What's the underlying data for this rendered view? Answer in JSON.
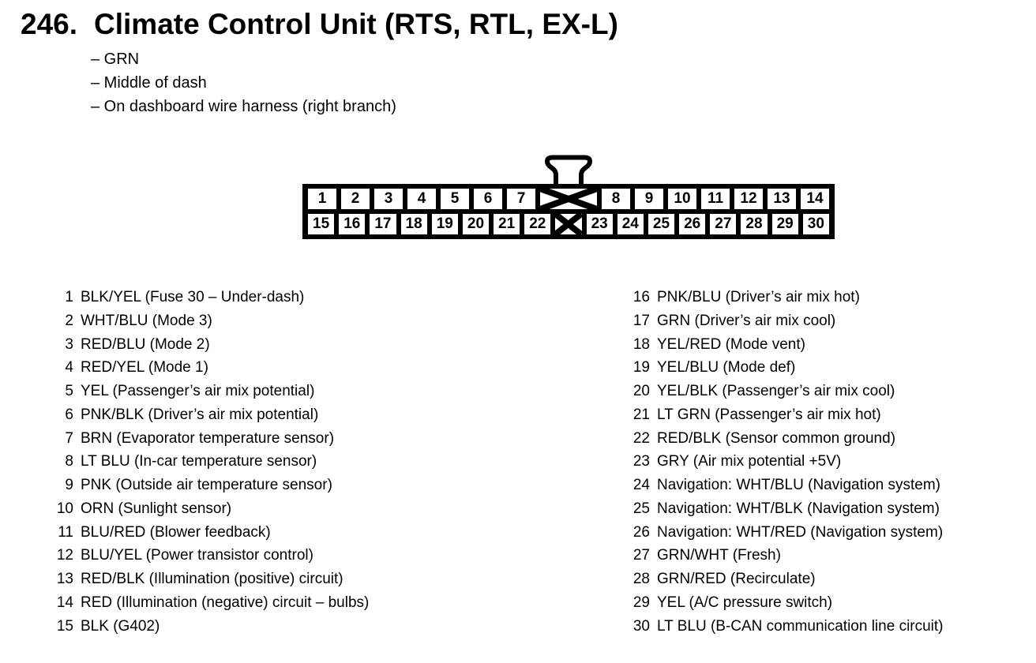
{
  "colors": {
    "ink": "#000000",
    "paper": "#ffffff"
  },
  "title": {
    "number": "246.",
    "text": "Climate Control Unit (RTS, RTL, EX-L)"
  },
  "notes": [
    "– GRN",
    "– Middle of dash",
    "– On dashboard wire harness (right branch)"
  ],
  "connector": {
    "top_row_left": [
      "1",
      "2",
      "3",
      "4",
      "5",
      "6",
      "7"
    ],
    "top_row_right": [
      "8",
      "9",
      "10",
      "11",
      "12",
      "13",
      "14"
    ],
    "bottom_row_left": [
      "15",
      "16",
      "17",
      "18",
      "19",
      "20",
      "21",
      "22"
    ],
    "bottom_row_right": [
      "23",
      "24",
      "25",
      "26",
      "27",
      "28",
      "29",
      "30"
    ],
    "blocked_slot_icon": "crossed-out-keyway"
  },
  "pins_left": [
    {
      "num": "1",
      "desc": "BLK/YEL (Fuse 30 – Under-dash)"
    },
    {
      "num": "2",
      "desc": "WHT/BLU (Mode 3)"
    },
    {
      "num": "3",
      "desc": "RED/BLU (Mode 2)"
    },
    {
      "num": "4",
      "desc": "RED/YEL (Mode 1)"
    },
    {
      "num": "5",
      "desc": "YEL (Passenger’s air mix potential)"
    },
    {
      "num": "6",
      "desc": "PNK/BLK (Driver’s air mix potential)"
    },
    {
      "num": "7",
      "desc": "BRN (Evaporator temperature sensor)"
    },
    {
      "num": "8",
      "desc": "LT BLU (In-car temperature sensor)"
    },
    {
      "num": "9",
      "desc": "PNK (Outside air temperature sensor)"
    },
    {
      "num": "10",
      "desc": "ORN (Sunlight sensor)"
    },
    {
      "num": "11",
      "desc": "BLU/RED (Blower feedback)"
    },
    {
      "num": "12",
      "desc": "BLU/YEL (Power transistor control)"
    },
    {
      "num": "13",
      "desc": "RED/BLK (Illumination (positive) circuit)"
    },
    {
      "num": "14",
      "desc": "RED (Illumination (negative) circuit – bulbs)"
    },
    {
      "num": "15",
      "desc": "BLK (G402)"
    }
  ],
  "pins_right": [
    {
      "num": "16",
      "desc": "PNK/BLU (Driver’s air mix hot)"
    },
    {
      "num": "17",
      "desc": "GRN (Driver’s air mix cool)"
    },
    {
      "num": "18",
      "desc": "YEL/RED (Mode vent)"
    },
    {
      "num": "19",
      "desc": "YEL/BLU (Mode def)"
    },
    {
      "num": "20",
      "desc": "YEL/BLK (Passenger’s air mix cool)"
    },
    {
      "num": "21",
      "desc": "LT GRN (Passenger’s air mix hot)"
    },
    {
      "num": "22",
      "desc": "RED/BLK (Sensor common ground)"
    },
    {
      "num": "23",
      "desc": "GRY (Air mix potential +5V)"
    },
    {
      "num": "24",
      "desc": "Navigation: WHT/BLU (Navigation system)"
    },
    {
      "num": "25",
      "desc": "Navigation: WHT/BLK (Navigation system)"
    },
    {
      "num": "26",
      "desc": "Navigation: WHT/RED (Navigation system)"
    },
    {
      "num": "27",
      "desc": "GRN/WHT (Fresh)"
    },
    {
      "num": "28",
      "desc": "GRN/RED (Recirculate)"
    },
    {
      "num": "29",
      "desc": "YEL (A/C pressure switch)"
    },
    {
      "num": "30",
      "desc": "LT BLU (B-CAN communication line circuit)"
    }
  ]
}
